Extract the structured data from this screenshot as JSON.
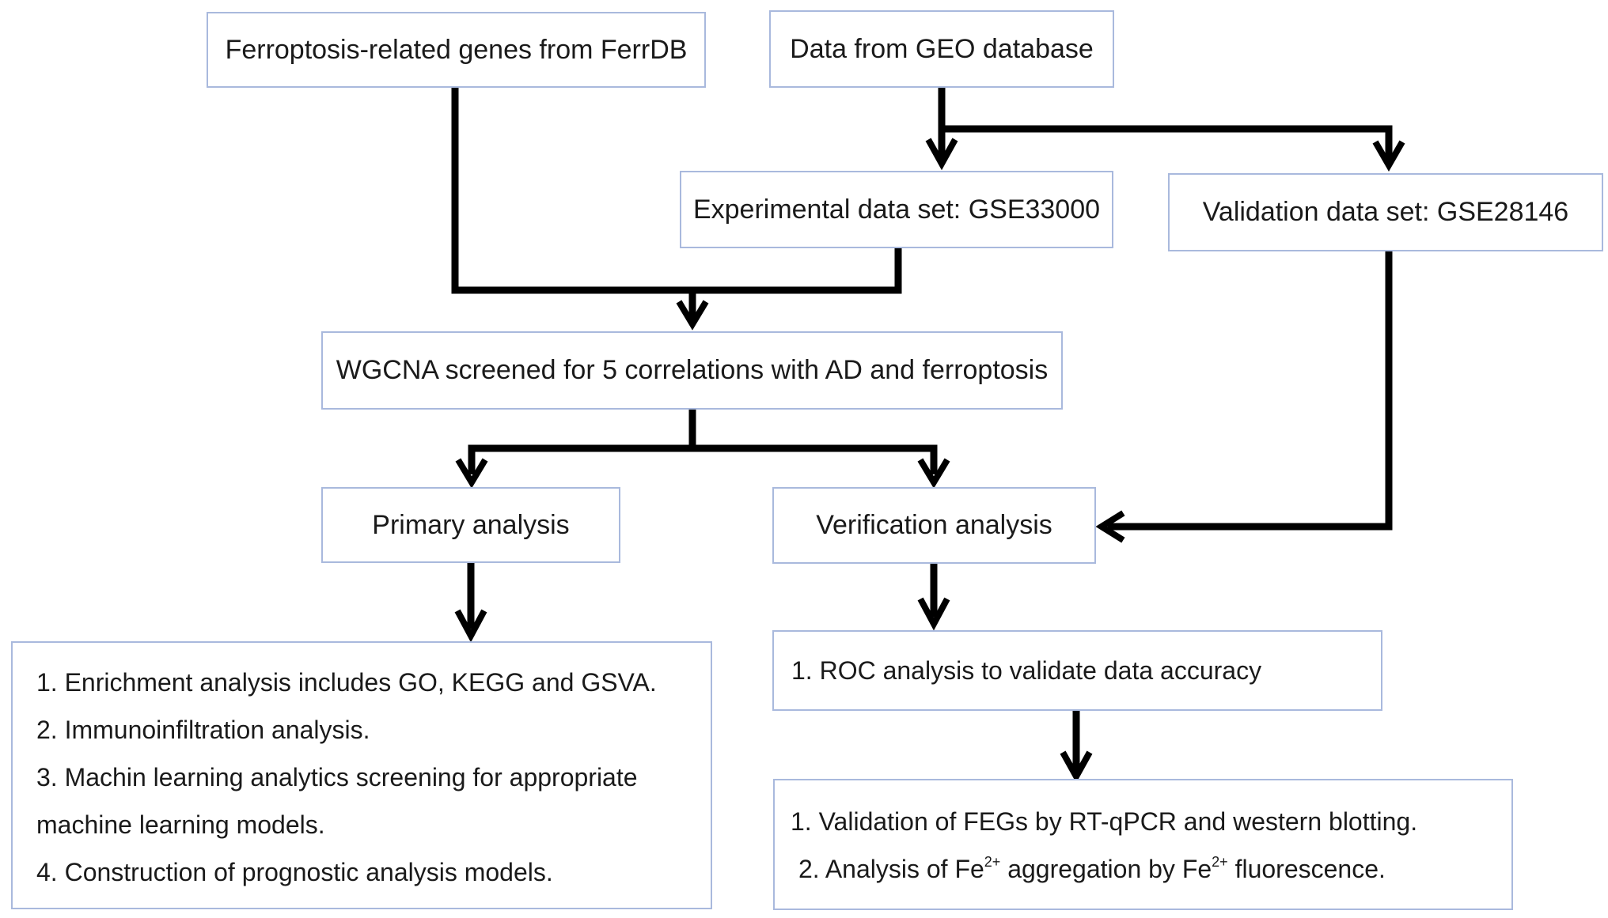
{
  "boxes": {
    "ferrdb": "Ferroptosis-related genes from FerrDB",
    "geo": "Data from GEO database",
    "experimental": "Experimental data set: GSE33000",
    "validation": "Validation data set: GSE28146",
    "wgcna": "WGCNA screened for 5 correlations with AD and ferroptosis",
    "primary": "Primary analysis",
    "verification": "Verification analysis",
    "roc": "1. ROC analysis to validate data accuracy"
  },
  "primary_results": [
    "1. Enrichment analysis includes GO, KEGG and GSVA.",
    "2. Immunoinfiltration analysis.",
    "3. Machin learning analytics screening for appropriate",
    "machine learning models.",
    "4. Construction of prognostic analysis models."
  ],
  "verification_results": {
    "line1": "1. Validation of FEGs by RT-qPCR and western blotting.",
    "line2_a": "2. Analysis of Fe",
    "line2_sup1": "2+",
    "line2_b": " aggregation by Fe",
    "line2_sup2": "2+",
    "line2_c": " fluorescence."
  },
  "colors": {
    "box_border": "#a9b9dd",
    "arrow": "#000000"
  }
}
